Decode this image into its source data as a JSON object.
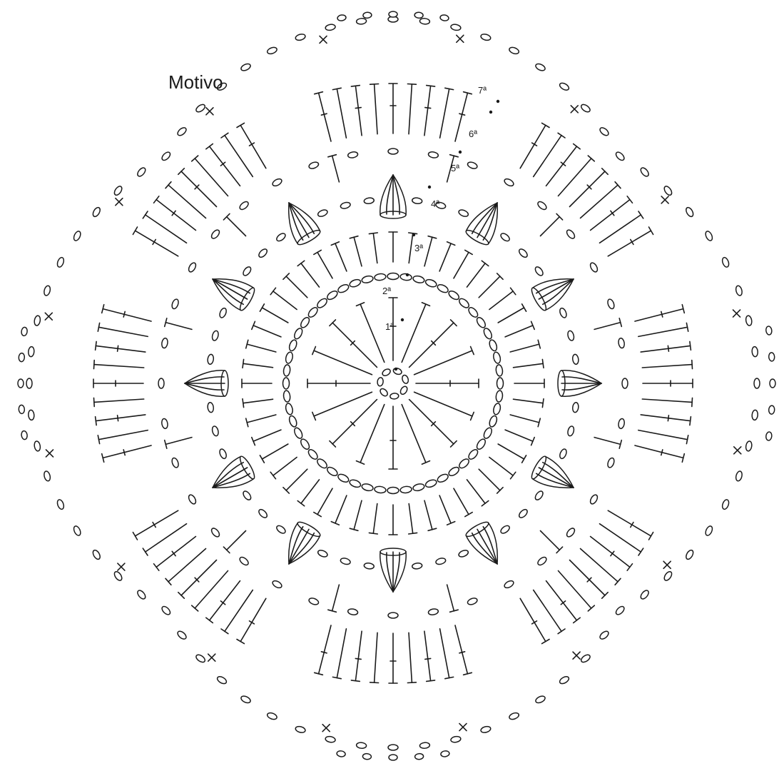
{
  "title": "Motivo",
  "round_labels": [
    "1ª",
    "2ª",
    "3ª",
    "4ª",
    "5ª",
    "6ª",
    "7ª"
  ],
  "colors": {
    "ink": "#1a1a1a",
    "background": "#ffffff"
  },
  "symbols": [
    "chain-stitch",
    "single-crochet",
    "double-crochet",
    "puff-stitch",
    "slip-stitch"
  ]
}
